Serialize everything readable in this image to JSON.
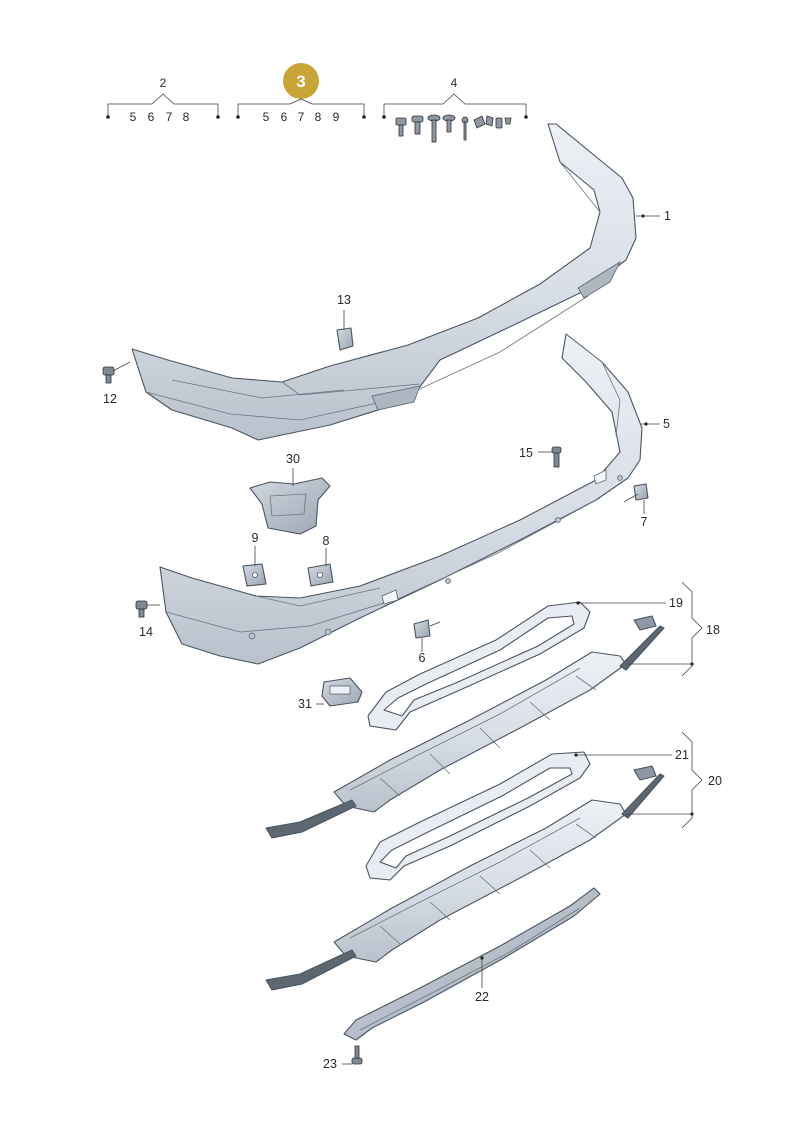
{
  "highlight": {
    "number": "3",
    "color": "#c9a437"
  },
  "groups": {
    "g2": {
      "title": "2",
      "items": [
        "5",
        "6",
        "7",
        "8"
      ]
    },
    "g3": {
      "items": [
        "5",
        "6",
        "7",
        "8",
        "9"
      ]
    },
    "g4": {
      "title": "4"
    }
  },
  "callouts": {
    "c1": "1",
    "c5": "5",
    "c6": "6",
    "c7": "7",
    "c8": "8",
    "c9": "9",
    "c12": "12",
    "c13": "13",
    "c14": "14",
    "c15": "15",
    "c18": "18",
    "c19": "19",
    "c20": "20",
    "c21": "21",
    "c22": "22",
    "c23": "23",
    "c30": "30",
    "c31": "31"
  },
  "colors": {
    "part_fill": "#dfe4ec",
    "part_shade": "#c3cbd6",
    "part_dark": "#7c8794",
    "line": "#444444"
  }
}
